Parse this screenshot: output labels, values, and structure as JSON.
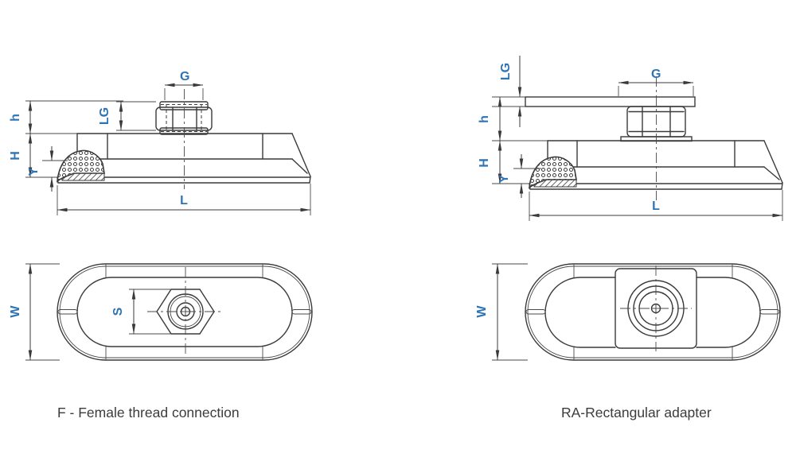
{
  "figure": {
    "left": {
      "caption": "F - Female thread connection",
      "dims": {
        "G": "G",
        "LG": "LG",
        "h": "h",
        "H": "H",
        "Y": "Y",
        "L": "L",
        "W": "W",
        "S": "S"
      }
    },
    "right": {
      "caption": "RA-Rectangular adapter",
      "dims": {
        "G": "G",
        "LG": "LG",
        "h": "h",
        "H": "H",
        "Y": "Y",
        "L": "L",
        "W": "W"
      }
    },
    "colors": {
      "label": "#2e74b5",
      "line": "#3a3a3a",
      "caption": "#3c3c3c",
      "background": "#ffffff"
    }
  }
}
